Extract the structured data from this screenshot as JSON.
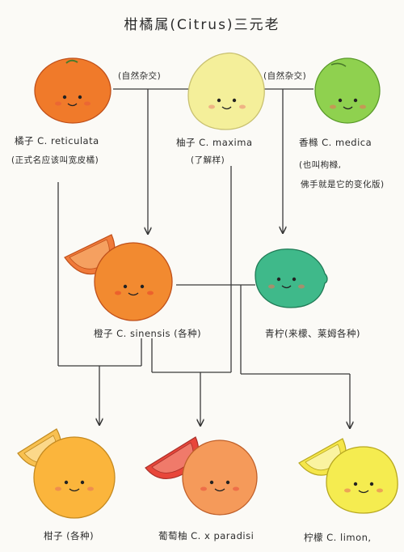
{
  "title": "柑橘属(Citrus)三元老",
  "edge_labels": {
    "left": "(自然杂交)",
    "right": "(自然杂交)"
  },
  "fruits": {
    "mandarin": {
      "name": "橘子 C. reticulata",
      "note": "(正式名应该叫宽皮橘)",
      "color": "#f07a2a"
    },
    "pomelo": {
      "name": "柚子 C. maxima",
      "note": "(了解样)",
      "color": "#f4ef9a"
    },
    "citron": {
      "name": "香橼 C. medica",
      "note_line1": "(也叫枸橼,",
      "note_line2": "佛手就是它的变化版)",
      "color": "#8fd14f"
    },
    "sweet_orange": {
      "name": "橙子 C. sinensis (各种)",
      "color": "#f28a30"
    },
    "lime": {
      "name": "青柠(来檬、莱姆各种)",
      "color": "#3fb98a"
    },
    "tangerine": {
      "name": "柑子 (各种)",
      "color": "#fbb53c"
    },
    "grapefruit": {
      "name": "葡萄柚 C. x paradisi",
      "color": "#f59a5a"
    },
    "lemon": {
      "name": "柠檬 C. limon,",
      "color": "#f5ec50"
    }
  }
}
